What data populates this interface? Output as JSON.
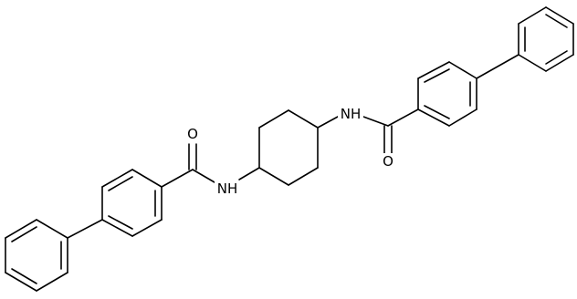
{
  "molecule": {
    "atom_labels": {
      "left_oxygen": "O",
      "left_amide_nh": "NH",
      "right_amide_nh": "NH",
      "right_oxygen": "O"
    }
  }
}
